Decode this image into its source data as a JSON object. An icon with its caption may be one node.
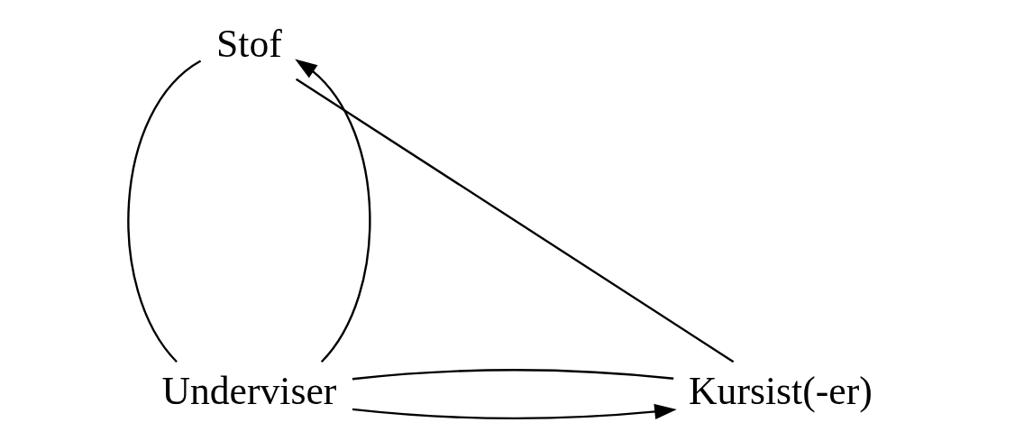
{
  "diagram": {
    "nodes": [
      {
        "text": [
          "Stof"
        ]
      },
      {
        "text": [
          "Underviser"
        ]
      },
      {
        "text": [
          "Kursist(-er)"
        ]
      }
    ],
    "edges": [
      {
        "from": 1,
        "to": 0,
        "arrow": "none"
      },
      {
        "from": 0,
        "to": 2,
        "arrow": "none"
      },
      {
        "from": 1,
        "to": 2,
        "arrow": "none"
      },
      {
        "from": 1,
        "to": 0,
        "arrow": "to"
      },
      {
        "from": 1,
        "to": 2,
        "arrow": "to"
      }
    ]
  }
}
